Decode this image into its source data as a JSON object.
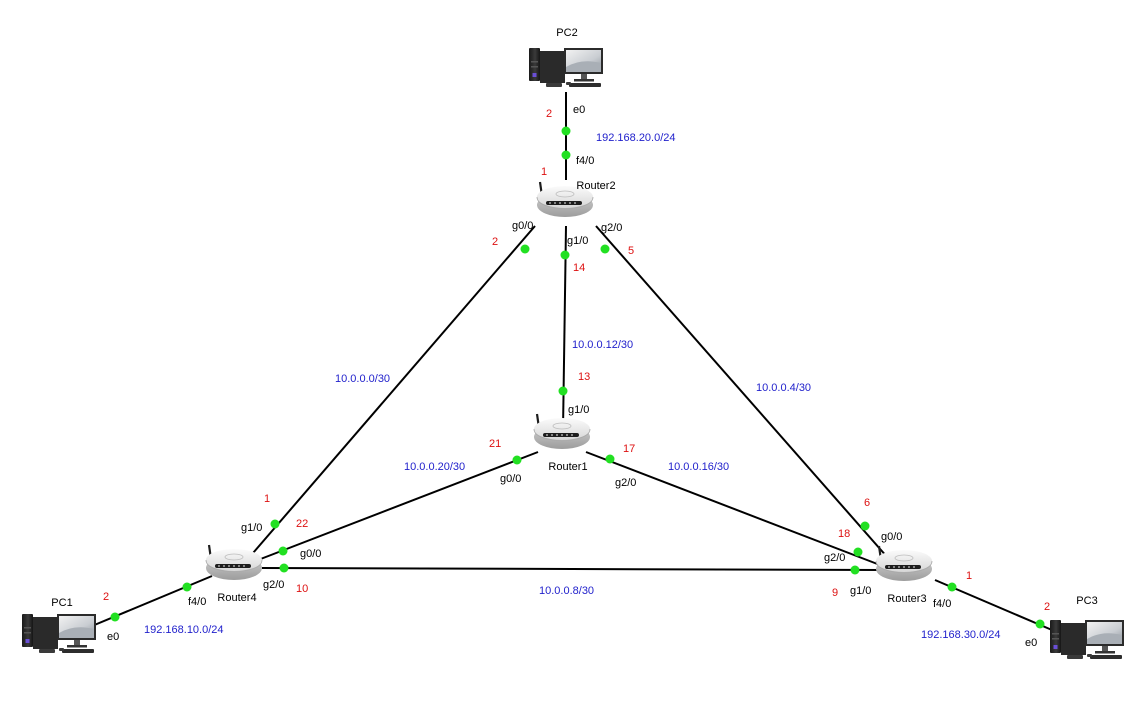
{
  "colors": {
    "link": "#000000",
    "port_dot": "#22e022",
    "subnet_text": "#2222cc",
    "host_octet_text": "#dd1111",
    "interface_text": "#000000",
    "device_text": "#000000"
  },
  "devices": [
    {
      "id": "pc2",
      "kind": "pc",
      "name": "PC2",
      "icon": "desktop-pc-icon"
    },
    {
      "id": "router2",
      "kind": "router",
      "name": "Router2",
      "icon": "router-icon"
    },
    {
      "id": "router1",
      "kind": "router",
      "name": "Router1",
      "icon": "router-icon"
    },
    {
      "id": "router4",
      "kind": "router",
      "name": "Router4",
      "icon": "router-icon"
    },
    {
      "id": "router3",
      "kind": "router",
      "name": "Router3",
      "icon": "router-icon"
    },
    {
      "id": "pc1",
      "kind": "pc",
      "name": "PC1",
      "icon": "desktop-pc-icon"
    },
    {
      "id": "pc3",
      "kind": "pc",
      "name": "PC3",
      "icon": "desktop-pc-icon"
    }
  ],
  "links": [
    {
      "id": "pc2-router2",
      "subnet": "192.168.20.0/24"
    },
    {
      "id": "router2-router4",
      "subnet": "10.0.0.0/30"
    },
    {
      "id": "router2-router1",
      "subnet": "10.0.0.12/30"
    },
    {
      "id": "router2-router3",
      "subnet": "10.0.0.4/30"
    },
    {
      "id": "router1-router4",
      "subnet": "10.0.0.20/30"
    },
    {
      "id": "router1-router3",
      "subnet": "10.0.0.16/30"
    },
    {
      "id": "router4-router3",
      "subnet": "10.0.0.8/30"
    },
    {
      "id": "router4-pc1",
      "subnet": "192.168.10.0/24"
    },
    {
      "id": "router3-pc3",
      "subnet": "192.168.30.0/24"
    }
  ],
  "ports": [
    {
      "id": "pc2-e0",
      "device": "PC2",
      "interface": "e0",
      "host": "2"
    },
    {
      "id": "router2-f40",
      "device": "Router2",
      "interface": "f4/0",
      "host": "1"
    },
    {
      "id": "router2-g00",
      "device": "Router2",
      "interface": "g0/0",
      "host": "2"
    },
    {
      "id": "router2-g10",
      "device": "Router2",
      "interface": "g1/0",
      "host": "14"
    },
    {
      "id": "router2-g20",
      "device": "Router2",
      "interface": "g2/0",
      "host": "5"
    },
    {
      "id": "router1-g10",
      "device": "Router1",
      "interface": "g1/0",
      "host": "13"
    },
    {
      "id": "router1-g00",
      "device": "Router1",
      "interface": "g0/0",
      "host": "21"
    },
    {
      "id": "router1-g20",
      "device": "Router1",
      "interface": "g2/0",
      "host": "17"
    },
    {
      "id": "router4-g10",
      "device": "Router4",
      "interface": "g1/0",
      "host": "1"
    },
    {
      "id": "router4-g00",
      "device": "Router4",
      "interface": "g0/0",
      "host": "22"
    },
    {
      "id": "router4-g20",
      "device": "Router4",
      "interface": "g2/0",
      "host": "10"
    },
    {
      "id": "router4-f40",
      "device": "Router4",
      "interface": "f4/0",
      "host": ""
    },
    {
      "id": "pc1-e0",
      "device": "PC1",
      "interface": "e0",
      "host": "2"
    },
    {
      "id": "router3-g00",
      "device": "Router3",
      "interface": "g0/0",
      "host": "6"
    },
    {
      "id": "router3-g20",
      "device": "Router3",
      "interface": "g2/0",
      "host": "18"
    },
    {
      "id": "router3-g10",
      "device": "Router3",
      "interface": "g1/0",
      "host": "9"
    },
    {
      "id": "router3-f40",
      "device": "Router3",
      "interface": "f4/0",
      "host": "1"
    },
    {
      "id": "pc3-e0",
      "device": "PC3",
      "interface": "e0",
      "host": "2"
    }
  ]
}
